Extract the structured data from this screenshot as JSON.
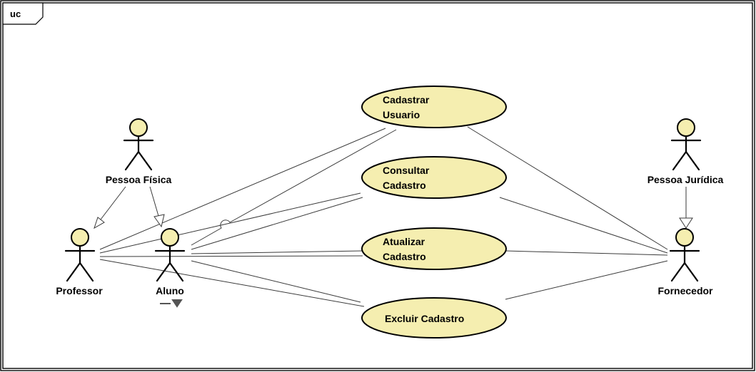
{
  "frame": {
    "label": "uc"
  },
  "actors": {
    "pessoa_fisica": "Pessoa Física",
    "professor": "Professor",
    "aluno": "Aluno",
    "pessoa_juridica": "Pessoa Jurídica",
    "fornecedor": "Fornecedor"
  },
  "use_cases": {
    "cadastrar": [
      "Cadastrar",
      "Usuario"
    ],
    "consultar": [
      "Consultar",
      "Cadastro"
    ],
    "atualizar": [
      "Atualizar",
      "Cadastro"
    ],
    "excluir": [
      "Excluir Cadastro"
    ]
  },
  "colors": {
    "fill": "#f5eeb0",
    "line": "#3a3a3a"
  }
}
